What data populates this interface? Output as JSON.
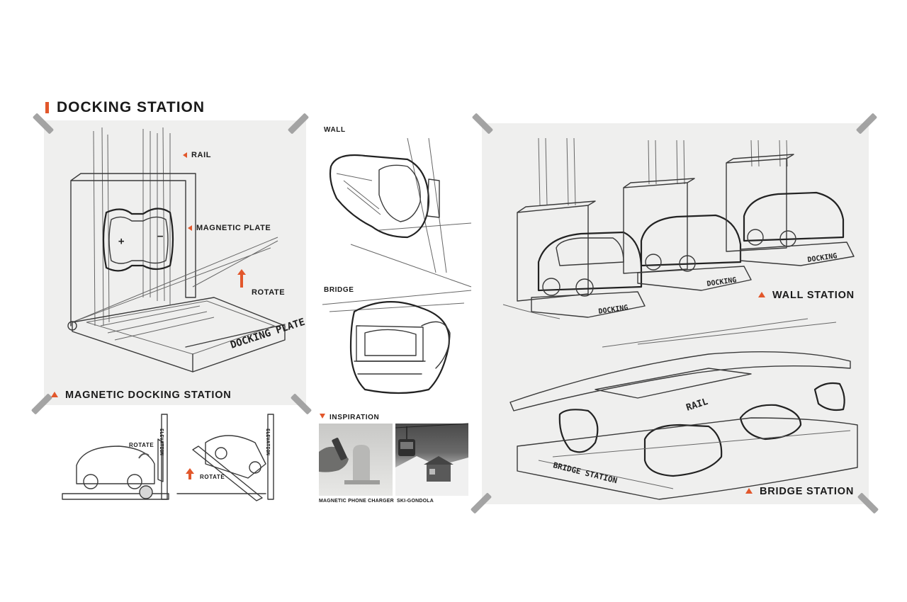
{
  "header": {
    "title": "DOCKING STATION"
  },
  "main_sketch": {
    "labels": {
      "rail": "RAIL",
      "magnetic_plate": "MAGNETIC PLATE",
      "rotate": "ROTATE",
      "plate_text": "DOCKING PLATE"
    },
    "caption": "MAGNETIC DOCKING STATION"
  },
  "small_sketches": {
    "left": {
      "rotate": "ROTATE",
      "elevation": "ELEVATION"
    },
    "right": {
      "rotate": "ROTATE",
      "elevation": "ELEVATION"
    }
  },
  "middle": {
    "wall_label": "WALL",
    "bridge_label": "BRIDGE",
    "inspiration": {
      "title": "INSPIRATION",
      "items": [
        {
          "caption": "MAGNETIC PHONE CHARGER"
        },
        {
          "caption": "SKI-GONDOLA"
        }
      ]
    }
  },
  "right_sheet": {
    "wall_station": "WALL STATION",
    "bridge_station": "BRIDGE STATION",
    "docking_text": "DOCKING",
    "rail_text": "RAIL",
    "bridge_text": "BRIDGE STATION"
  },
  "colors": {
    "accent": "#e2572b",
    "paper": "#efefee",
    "tape": "#9a9a9a"
  }
}
